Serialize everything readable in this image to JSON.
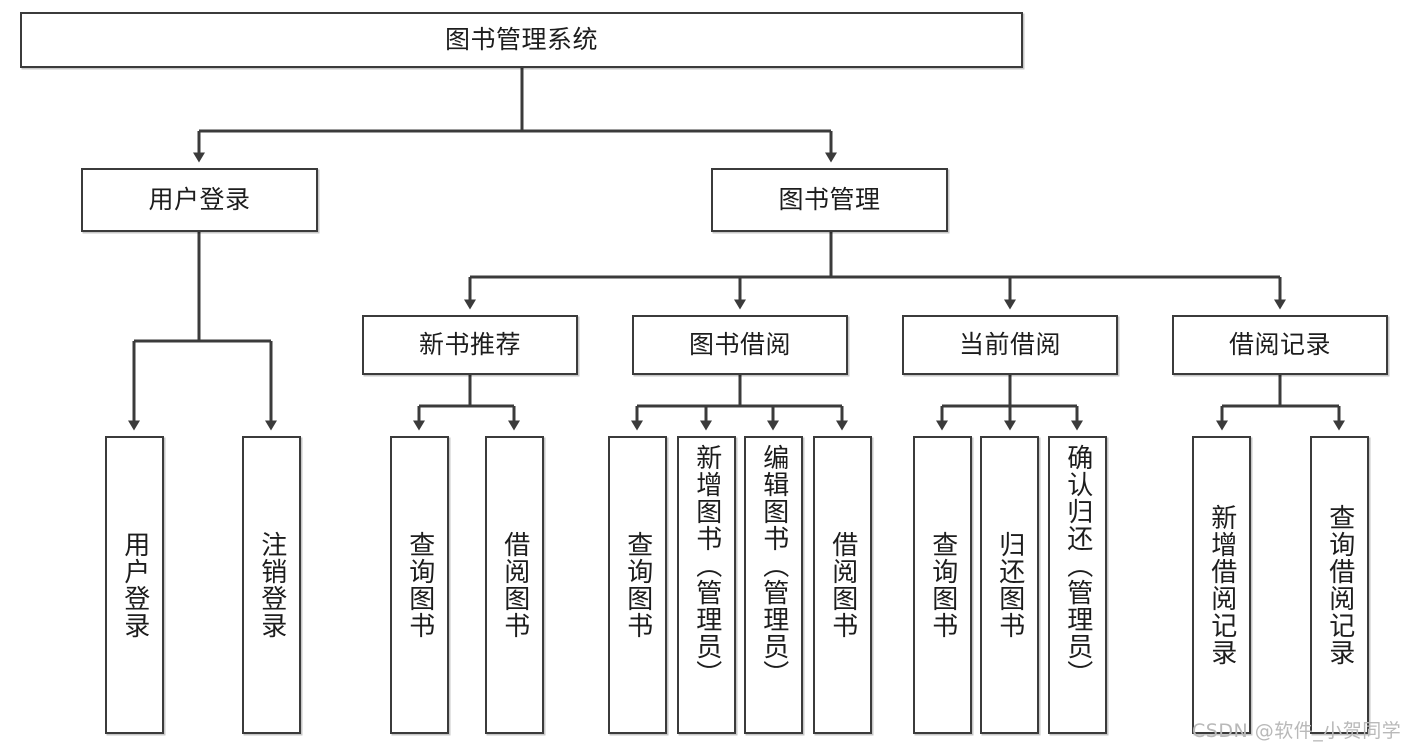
{
  "diagram": {
    "title": "图书管理系统",
    "watermark": "CSDN @软件_小贺同学",
    "line_color": "#3b3b3b",
    "box_fill": "#ffffff",
    "text_color": "#1d1d1d",
    "levels": {
      "root": "图书管理系统",
      "level2": [
        "用户登录",
        "图书管理"
      ],
      "level3": [
        "新书推荐",
        "图书借阅",
        "当前借阅",
        "借阅记录"
      ]
    },
    "nodes": {
      "root": {
        "label": "图书管理系统"
      },
      "user_login": {
        "label": "用户登录"
      },
      "book_mgmt": {
        "label": "图书管理"
      },
      "new_book_rec": {
        "label": "新书推荐"
      },
      "book_borrow": {
        "label": "图书借阅"
      },
      "current_borrow": {
        "label": "当前借阅"
      },
      "borrow_record": {
        "label": "借阅记录"
      },
      "leaf_user_login": {
        "label": "用户登录"
      },
      "leaf_logout": {
        "label": "注销登录"
      },
      "leaf_query_book_1": {
        "label": "查询图书"
      },
      "leaf_borrow_book_1": {
        "label": "借阅图书"
      },
      "leaf_query_book_2": {
        "label": "查询图书"
      },
      "leaf_add_book_admin": {
        "label": "新增图书（管理员）"
      },
      "leaf_edit_book_admin": {
        "label": "编辑图书（管理员）"
      },
      "leaf_borrow_book_2": {
        "label": "借阅图书"
      },
      "leaf_query_book_3": {
        "label": "查询图书"
      },
      "leaf_return_book": {
        "label": "归还图书"
      },
      "leaf_confirm_return_admin": {
        "label": "确认归还（管理员）"
      },
      "leaf_add_record": {
        "label": "新增借阅记录"
      },
      "leaf_query_record": {
        "label": "查询借阅记录"
      }
    },
    "tree": {
      "图书管理系统": {
        "用户登录": [
          "用户登录",
          "注销登录"
        ],
        "图书管理": {
          "新书推荐": [
            "查询图书",
            "借阅图书"
          ],
          "图书借阅": [
            "查询图书",
            "新增图书（管理员）",
            "编辑图书（管理员）",
            "借阅图书"
          ],
          "当前借阅": [
            "查询图书",
            "归还图书",
            "确认归还（管理员）"
          ],
          "借阅记录": [
            "新增借阅记录",
            "查询借阅记录"
          ]
        }
      }
    }
  }
}
